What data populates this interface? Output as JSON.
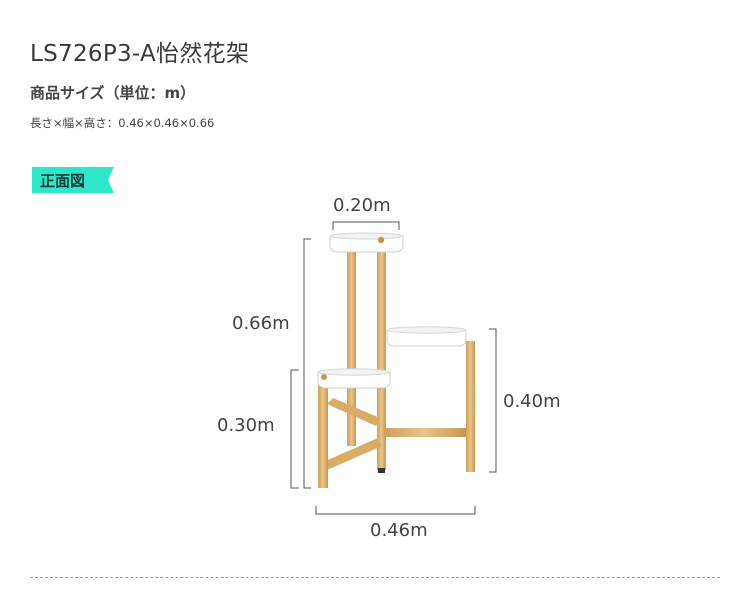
{
  "product": {
    "title": "LS726P3-A怡然花架",
    "subtitle": "商品サイズ（単位：m）",
    "dimensions_text": "長さ×幅×高さ：0.46×0.46×0.66"
  },
  "view": {
    "label": "正面図",
    "badge_color": "#2ee6c8"
  },
  "measurements": {
    "top_width": "0.20m",
    "total_height": "0.66m",
    "lower_height": "0.30m",
    "middle_height": "0.40m",
    "total_width": "0.46m"
  },
  "colors": {
    "wood": "#e0b978",
    "tray": "#ffffff",
    "dimension_line": "#555555"
  }
}
